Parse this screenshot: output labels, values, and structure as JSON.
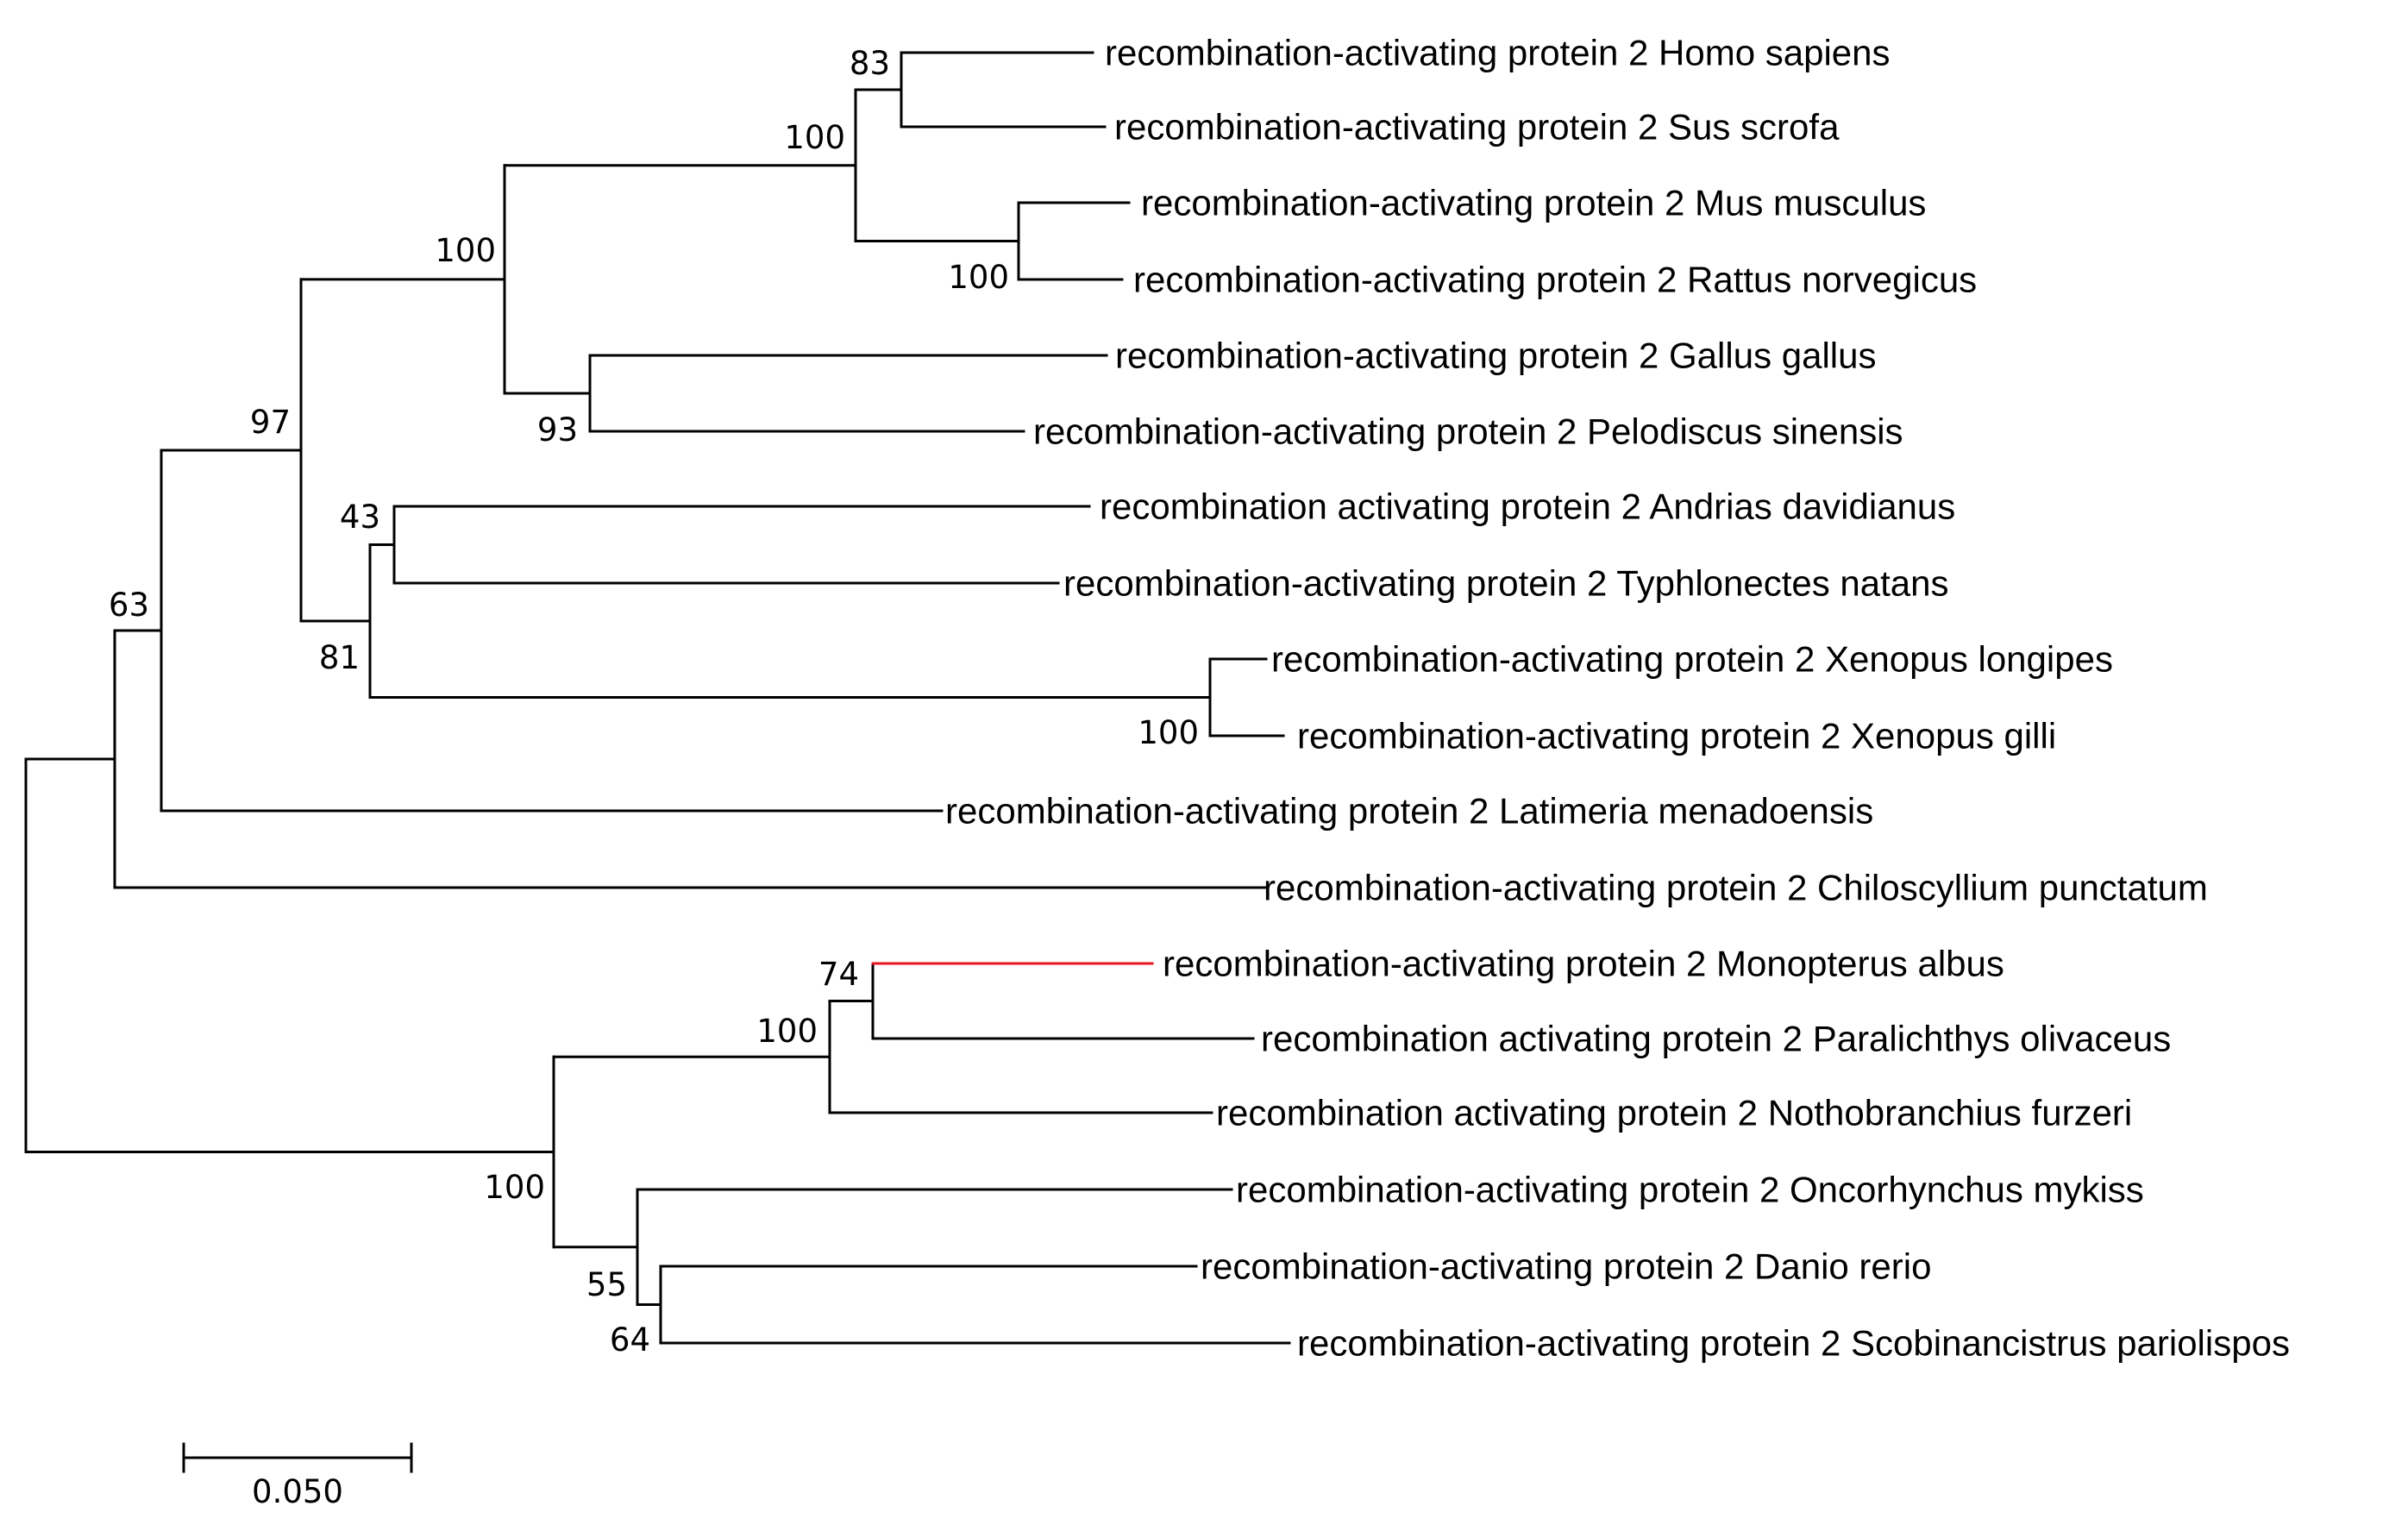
{
  "tree": {
    "highlight_color": "#e8141e",
    "line_color": "#000000",
    "taxa": [
      {
        "id": "homo",
        "label": "recombination-activating protein 2 Homo sapiens"
      },
      {
        "id": "sus",
        "label": "recombination-activating protein 2 Sus scrofa"
      },
      {
        "id": "mus",
        "label": "recombination-activating protein 2 Mus musculus"
      },
      {
        "id": "rattus",
        "label": "recombination-activating protein 2 Rattus norvegicus"
      },
      {
        "id": "gallus",
        "label": "recombination-activating protein 2 Gallus gallus"
      },
      {
        "id": "pelodiscus",
        "label": "recombination-activating protein 2 Pelodiscus sinensis"
      },
      {
        "id": "andrias",
        "label": "recombination activating protein 2 Andrias davidianus"
      },
      {
        "id": "typhlonectes",
        "label": "recombination-activating protein 2 Typhlonectes natans"
      },
      {
        "id": "xlongipes",
        "label": "recombination-activating protein 2 Xenopus longipes"
      },
      {
        "id": "xgilli",
        "label": "recombination-activating protein 2 Xenopus gilli"
      },
      {
        "id": "latimeria",
        "label": "recombination-activating protein 2 Latimeria menadoensis"
      },
      {
        "id": "chiloscyllium",
        "label": "recombination-activating protein 2 Chiloscyllium punctatum"
      },
      {
        "id": "monopterus",
        "label": "recombination-activating protein 2 Monopterus albus",
        "highlight": true
      },
      {
        "id": "paralichthys",
        "label": "recombination activating protein 2 Paralichthys olivaceus"
      },
      {
        "id": "nothobranchius",
        "label": "recombination activating protein 2 Nothobranchius furzeri"
      },
      {
        "id": "oncorhynchus",
        "label": "recombination-activating protein 2 Oncorhynchus mykiss"
      },
      {
        "id": "danio",
        "label": "recombination-activating protein 2 Danio rerio"
      },
      {
        "id": "scobinancistrus",
        "label": "recombination-activating protein 2 Scobinancistrus pariolispos"
      }
    ],
    "support_values": [
      {
        "node": "homo-sus",
        "value": "83"
      },
      {
        "node": "primates-rodents",
        "value": "100"
      },
      {
        "node": "amniotes",
        "value": "100"
      },
      {
        "node": "mus-rattus",
        "value": "100"
      },
      {
        "node": "gallus-pelodiscus",
        "value": "93"
      },
      {
        "node": "tetrapods",
        "value": "97"
      },
      {
        "node": "andrias-typhlonectes",
        "value": "43"
      },
      {
        "node": "amphibians",
        "value": "81"
      },
      {
        "node": "xenopus",
        "value": "100"
      },
      {
        "node": "sarcopterygii",
        "value": "63"
      },
      {
        "node": "monopterus-paralichthys",
        "value": "74"
      },
      {
        "node": "acanthopterygii",
        "value": "100"
      },
      {
        "node": "teleosts",
        "value": "100"
      },
      {
        "node": "oncorhynchus-group",
        "value": "55"
      },
      {
        "node": "danio-scobinancistrus",
        "value": "64"
      }
    ],
    "scale_bar": {
      "label": "0.050"
    }
  }
}
